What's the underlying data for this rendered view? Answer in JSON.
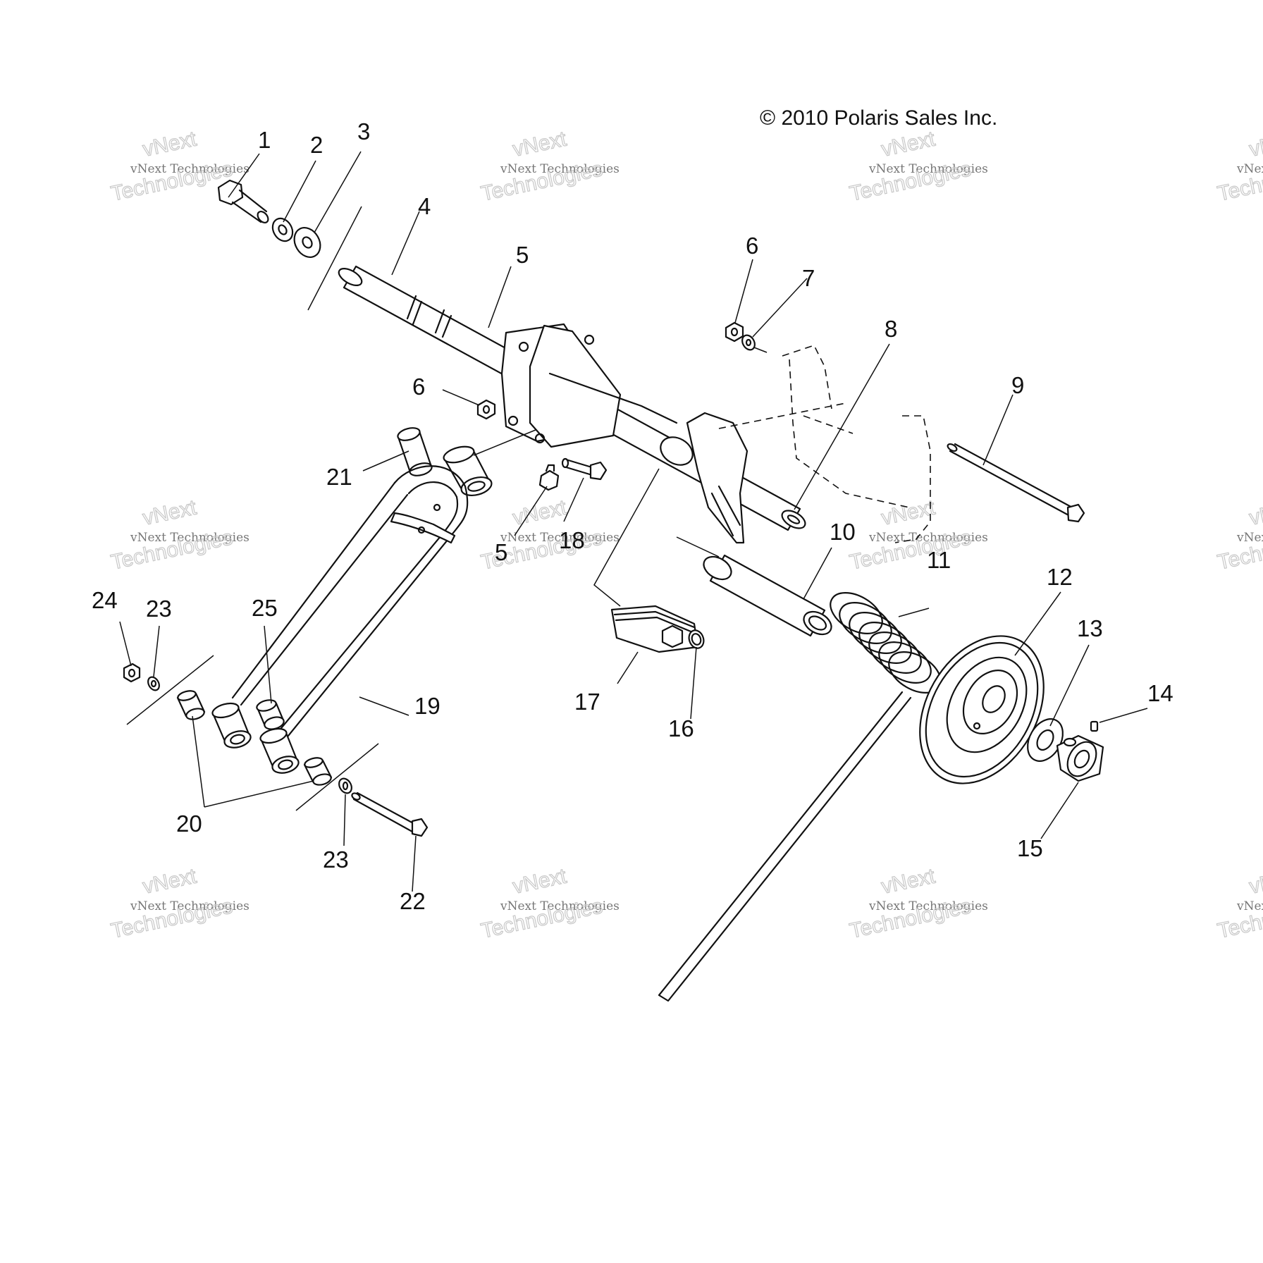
{
  "copyright": "© 2010 Polaris Sales Inc.",
  "watermark": {
    "line1": "vNext",
    "line2": "vNext Technologies",
    "line3": "Technologies"
  },
  "callouts": [
    "1",
    "2",
    "3",
    "4",
    "5",
    "6",
    "7",
    "8",
    "9",
    "10",
    "11",
    "12",
    "13",
    "14",
    "15",
    "16",
    "17",
    "18",
    "5",
    "6",
    "19",
    "20",
    "21",
    "22",
    "23",
    "23",
    "24",
    "25"
  ]
}
